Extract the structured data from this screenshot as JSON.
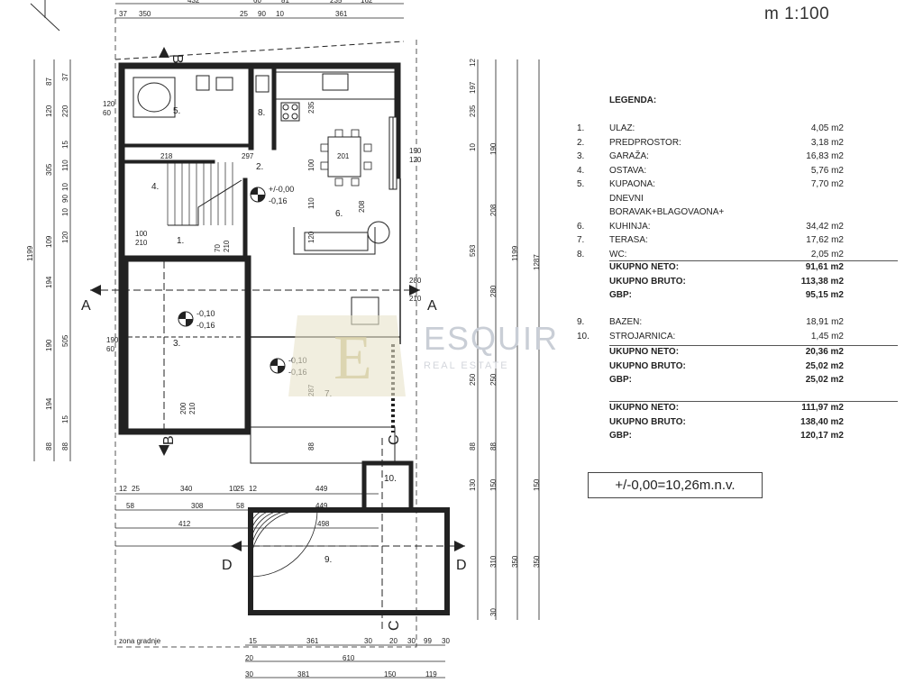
{
  "scale_label": "m 1:100",
  "legend": {
    "title": "LEGENDA:",
    "rooms": [
      {
        "num": "1.",
        "name": "ULAZ:",
        "area": "4,05 m2"
      },
      {
        "num": "2.",
        "name": "PREDPROSTOR:",
        "area": "3,18 m2"
      },
      {
        "num": "3.",
        "name": "GARAŽA:",
        "area": "16,83 m2"
      },
      {
        "num": "4.",
        "name": "OSTAVA:",
        "area": "5,76 m2"
      },
      {
        "num": "5.",
        "name": "KUPAONA:",
        "area": "7,70 m2"
      },
      {
        "num": "",
        "name": "DNEVNI",
        "area": ""
      },
      {
        "num": "",
        "name": "BORAVAK+BLAGOVAONA+",
        "area": ""
      },
      {
        "num": "6.",
        "name": "KUHINJA:",
        "area": "34,42 m2"
      },
      {
        "num": "7.",
        "name": "TERASA:",
        "area": "17,62 m2"
      },
      {
        "num": "8.",
        "name": "WC:",
        "area": "2,05 m2"
      }
    ],
    "totals1": [
      {
        "name": "UKUPNO NETO:",
        "area": "91,61 m2"
      },
      {
        "name": "UKUPNO BRUTO:",
        "area": "113,38 m2"
      },
      {
        "name": "GBP:",
        "area": "95,15 m2"
      }
    ],
    "rooms2": [
      {
        "num": "9.",
        "name": "BAZEN:",
        "area": "18,91 m2"
      },
      {
        "num": "10.",
        "name": "STROJARNICA:",
        "area": "1,45 m2"
      }
    ],
    "totals2": [
      {
        "name": "UKUPNO NETO:",
        "area": "20,36 m2"
      },
      {
        "name": "UKUPNO BRUTO:",
        "area": "25,02 m2"
      },
      {
        "name": "GBP:",
        "area": "25,02 m2"
      }
    ],
    "totals3": [
      {
        "name": "UKUPNO NETO:",
        "area": "111,97 m2"
      },
      {
        "name": "UKUPNO BRUTO:",
        "area": "138,40 m2"
      },
      {
        "name": "GBP:",
        "area": "120,17 m2"
      }
    ]
  },
  "elevation_label": "+/-0,00=10,26m.n.v.",
  "watermark": {
    "text": "ESQUIR",
    "sub": "REAL ESTATE"
  },
  "plan": {
    "section_marks": {
      "a": "A",
      "b": "B",
      "c": "C",
      "d": "D"
    },
    "room_numbers": [
      "1.",
      "2.",
      "3.",
      "4.",
      "5.",
      "6.",
      "7.",
      "8.",
      "9.",
      "10."
    ],
    "levels": [
      "+/-0,00",
      "-0,16",
      "-0,10",
      "-0,16",
      "-0,10",
      "-0,16"
    ],
    "zone_label": "zona gradnje",
    "dims_top": [
      "432",
      "60",
      "81",
      "235",
      "162",
      "37",
      "350",
      "25",
      "90",
      "10",
      "361"
    ],
    "dims_left_outer": [
      "1199"
    ],
    "dims_left_inner": [
      "87",
      "120",
      "305",
      "109",
      "194",
      "190",
      "194",
      "88",
      "220",
      "15",
      "110",
      "10",
      "90",
      "10",
      "120",
      "505",
      "15",
      "88"
    ],
    "dims_right": [
      "12",
      "197",
      "235",
      "10",
      "190",
      "208",
      "593",
      "280",
      "250",
      "88",
      "1199",
      "1287",
      "130",
      "150",
      "310",
      "350",
      "30"
    ],
    "dims_bottom": [
      "12",
      "25",
      "340",
      "10",
      "25",
      "12",
      "449",
      "58",
      "308",
      "58",
      "412",
      "449",
      "15",
      "361",
      "30",
      "20",
      "99",
      "30",
      "610",
      "381",
      "150",
      "119"
    ],
    "misc_dims": [
      "120",
      "60",
      "100",
      "210",
      "218",
      "297",
      "201",
      "70",
      "190",
      "120",
      "280",
      "210",
      "200",
      "210",
      "287",
      "88",
      "120",
      "100",
      "110",
      "120",
      "60"
    ]
  }
}
